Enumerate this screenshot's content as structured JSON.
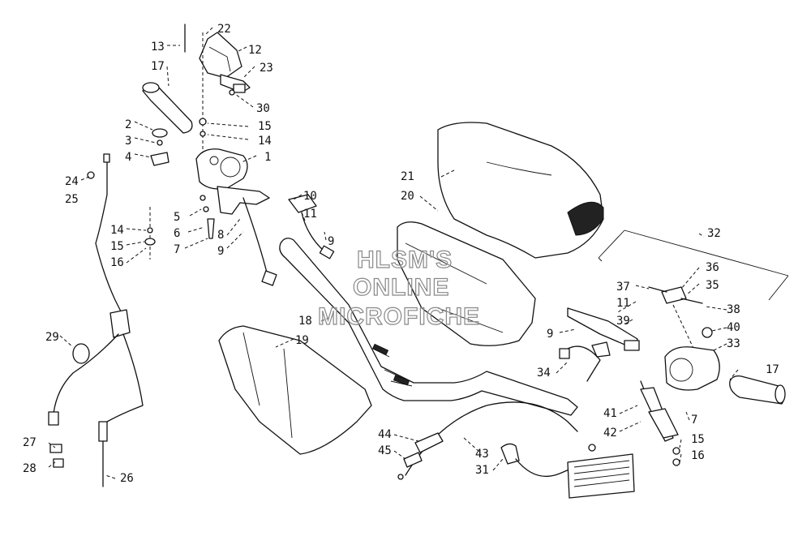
{
  "watermark": [
    "HLSM'S",
    "ONLINE",
    "MICROFICHE"
  ],
  "callouts": {
    "c1": "1",
    "c2": "2",
    "c3": "3",
    "c4": "4",
    "c5": "5",
    "c6": "6",
    "c7a": "7",
    "c8": "8",
    "c9a": "9",
    "c9b": "9",
    "c10": "10",
    "c11a": "11",
    "c12": "12",
    "c13": "13",
    "c14a": "14",
    "c15a": "15",
    "c14b": "14",
    "c15b": "15",
    "c16a": "16",
    "c17a": "17",
    "c18": "18",
    "c19": "19",
    "c20": "20",
    "c21": "21",
    "c22": "22",
    "c23": "23",
    "c24": "24",
    "c25": "25",
    "c26": "26",
    "c27": "27",
    "c28": "28",
    "c29": "29",
    "c30": "30",
    "c31": "31",
    "c32": "32",
    "c33": "33",
    "c34": "34",
    "c35": "35",
    "c36": "36",
    "c37": "37",
    "c11b": "11",
    "c38": "38",
    "c9c": "9",
    "c39": "39",
    "c40": "40",
    "c17b": "17",
    "c41": "41",
    "c7b": "7",
    "c42": "42",
    "c15c": "15",
    "c16b": "16",
    "c43": "43",
    "c44": "44",
    "c45": "45"
  },
  "colors": {
    "line": "#111111",
    "background": "#ffffff",
    "watermark_stroke": "#888888"
  }
}
